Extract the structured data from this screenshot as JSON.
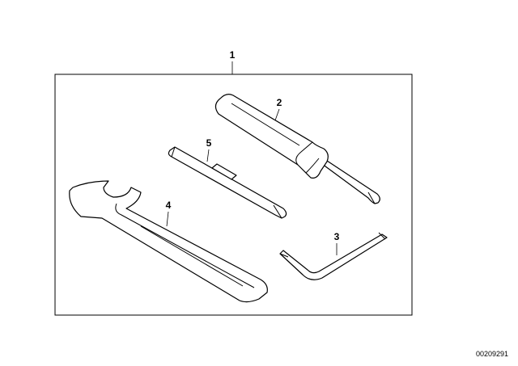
{
  "callouts": {
    "kit": "1",
    "screwdriver": "2",
    "hex_key": "3",
    "wrench": "4",
    "bit_shaft": "5"
  },
  "diagram_code": "00209291"
}
